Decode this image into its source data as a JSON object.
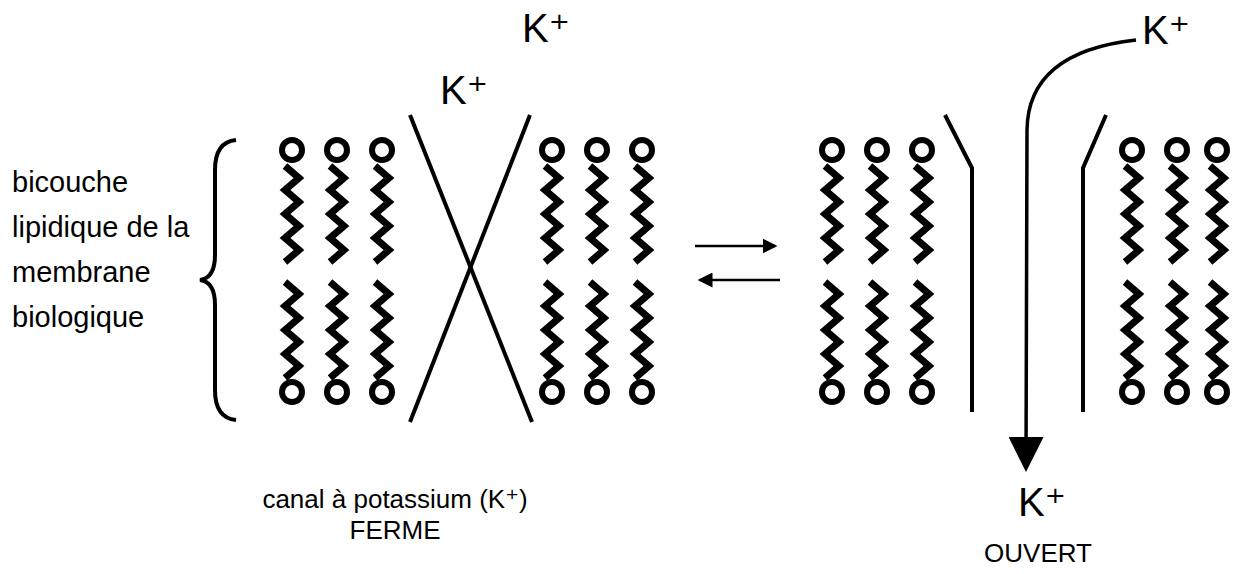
{
  "diagram": {
    "labels": [
      "K⁺",
      "K⁺",
      "K⁺",
      "bicouche lipidique de la membrane biologique",
      "K⁺",
      "canal à potassium (K⁺) FERME",
      "OUVERT"
    ]
  }
}
